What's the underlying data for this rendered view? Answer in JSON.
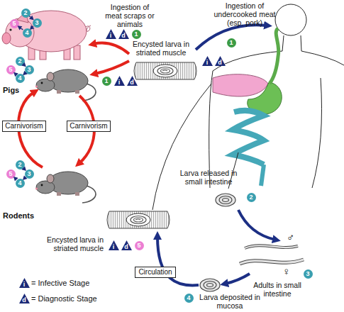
{
  "diagram": {
    "nodes": [
      {
        "text": [
          "2"
        ]
      },
      {
        "text": [
          "3"
        ]
      },
      {
        "text": [
          "4"
        ]
      },
      {
        "text": [
          "5"
        ]
      },
      {
        "text": [
          "i"
        ]
      },
      {
        "text": [
          "d"
        ]
      },
      {
        "text": [
          "1"
        ]
      },
      {
        "text": [
          "1"
        ]
      },
      {
        "text": [
          "i"
        ]
      },
      {
        "text": [
          "d"
        ]
      },
      {
        "text": [
          "2"
        ]
      },
      {
        "text": [
          "3"
        ]
      },
      {
        "text": [
          "4"
        ]
      },
      {
        "text": [
          "5"
        ]
      },
      {
        "text": [
          "1"
        ]
      },
      {
        "text": [
          "i"
        ]
      },
      {
        "text": [
          "d"
        ]
      },
      {
        "text": [
          "Carnivorism"
        ]
      },
      {
        "text": [
          "Carnivorism"
        ]
      },
      {
        "text": [
          "2"
        ]
      },
      {
        "text": [
          "3"
        ]
      },
      {
        "text": [
          "4"
        ]
      },
      {
        "text": [
          "5"
        ]
      },
      {
        "text": [
          "2"
        ]
      },
      {
        "text": [
          "i"
        ]
      },
      {
        "text": [
          "d"
        ]
      },
      {
        "text": [
          "5"
        ]
      },
      {
        "text": [
          "3"
        ]
      },
      {
        "text": [
          "Circulation"
        ]
      },
      {
        "text": [
          "4"
        ]
      },
      {
        "text": [
          "i"
        ]
      },
      {
        "text": [
          "d"
        ]
      }
    ],
    "edges": [
      {
        "from": 0,
        "to": 1,
        "arrow": "to"
      },
      {
        "from": 1,
        "to": 2,
        "arrow": "to"
      },
      {
        "from": 2,
        "to": 3,
        "arrow": "to"
      },
      {
        "from": 10,
        "to": 11,
        "arrow": "to"
      },
      {
        "from": 11,
        "to": 12,
        "arrow": "to"
      },
      {
        "from": 12,
        "to": 13,
        "arrow": "to"
      },
      {
        "from": 19,
        "to": 20,
        "arrow": "to"
      },
      {
        "from": 20,
        "to": 21,
        "arrow": "to"
      },
      {
        "from": 21,
        "to": 22,
        "arrow": "to"
      }
    ],
    "labels": [
      "Ingestion of meat scraps or animals",
      "Ingestion of undercooked meat (esp. pork)",
      "Encysted larva in striated muscle",
      "Pigs",
      "Rodents",
      "Larva released in small intestine",
      "♂",
      "Adults in small intestine",
      "♀",
      "Encysted larva in striated muscle",
      "Larva deposited in mucosa"
    ],
    "legend": [
      {
        "text": "= Infective Stage"
      },
      {
        "text": "= Diagnostic Stage"
      }
    ]
  }
}
